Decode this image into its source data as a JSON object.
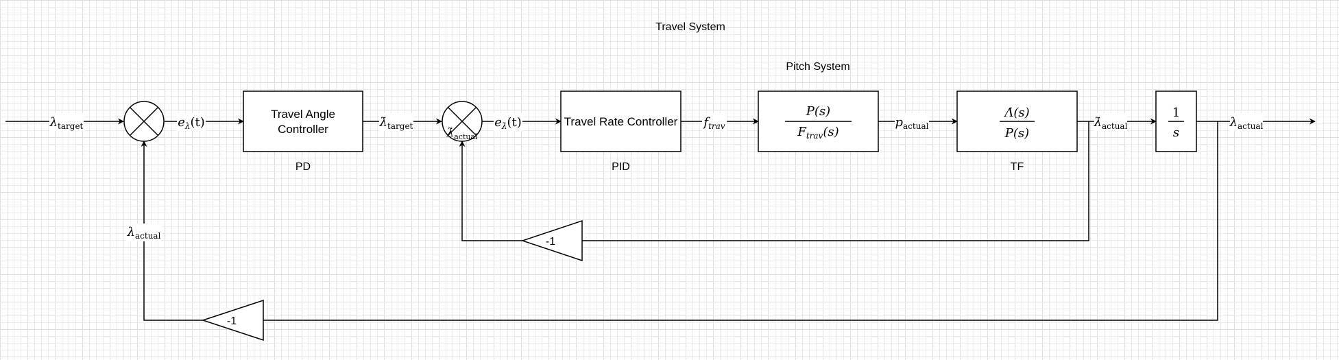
{
  "diagram": {
    "title": "Travel System",
    "subtitle": "Pitch System",
    "blocks": {
      "travel_angle_controller": {
        "line1": "Travel Angle",
        "line2": "Controller",
        "caption": "PD"
      },
      "travel_rate_controller": {
        "label": "Travel Rate Controller",
        "caption": "PID"
      },
      "pitch_tf": {
        "numerator": "P(s)",
        "denominator_main": "F",
        "denominator_sub": "trav",
        "denominator_tail": "(s)"
      },
      "travel_tf": {
        "numerator": "Λ̇(s)",
        "denominator": "P(s)",
        "caption": "TF"
      },
      "integrator": {
        "numerator": "1",
        "denominator": "s"
      }
    },
    "gains": {
      "inner_feedback": "-1",
      "outer_feedback": "-1"
    },
    "signals": {
      "lambda_target": {
        "symbol": "λ",
        "sub": "target"
      },
      "e_lambda": {
        "main": "e",
        "sub": "λ",
        "tail": "(t)"
      },
      "lambda_dot_target": {
        "symbol": "λ̇",
        "sub": "target"
      },
      "lambda_dot_actual_in": {
        "symbol": "λ̇",
        "sub": "actual"
      },
      "e_lambda_dot": {
        "main": "e",
        "sub": "λ̇",
        "tail": "(t)"
      },
      "f_trav": {
        "main": "f",
        "sub": "trav"
      },
      "p_actual": {
        "main": "p",
        "sub": "actual"
      },
      "lambda_dot_actual_out": {
        "symbol": "λ̇",
        "sub": "actual"
      },
      "lambda_actual_out": {
        "symbol": "λ",
        "sub": "actual"
      },
      "lambda_actual_feedback": {
        "symbol": "λ",
        "sub": "actual"
      }
    }
  }
}
